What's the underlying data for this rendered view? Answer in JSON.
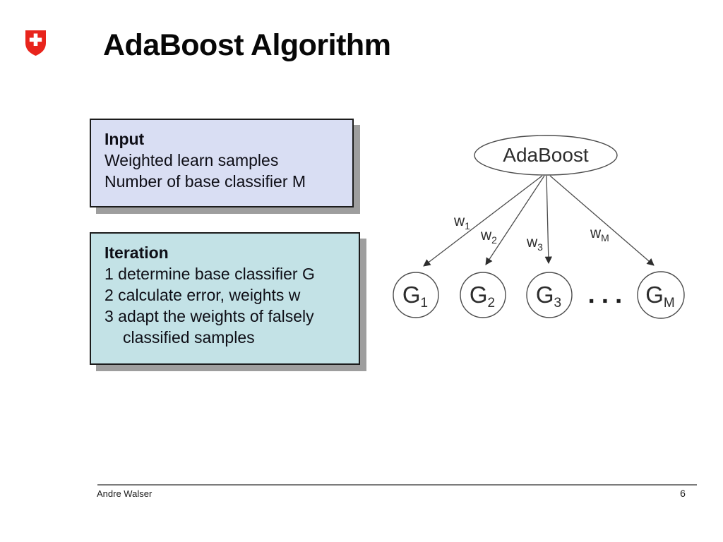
{
  "title": "AdaBoost Algorithm",
  "colors": {
    "logo_red": "#e8241c",
    "input_box_bg": "#d9def3",
    "iteration_box_bg": "#c3e2e6",
    "box_shadow": "#9e9e9e"
  },
  "input_box": {
    "heading": "Input",
    "lines": [
      "Weighted learn samples",
      "Number of base classifier M"
    ]
  },
  "iteration_box": {
    "heading": "Iteration",
    "lines": [
      "1 determine base classifier G",
      "2 calculate error, weights w",
      "3 adapt the weights of falsely",
      "classified samples"
    ]
  },
  "diagram": {
    "root_label": "AdaBoost",
    "edge_labels": [
      {
        "base": "w",
        "sub": "1"
      },
      {
        "base": "w",
        "sub": "2"
      },
      {
        "base": "w",
        "sub": "3"
      },
      {
        "base": "w",
        "sub": "M"
      }
    ],
    "node_labels": [
      {
        "base": "G",
        "sub": "1"
      },
      {
        "base": "G",
        "sub": "2"
      },
      {
        "base": "G",
        "sub": "3"
      },
      {
        "base": "G",
        "sub": "M"
      }
    ],
    "ellipsis": "▪ ▪ ▪"
  },
  "footer": {
    "author": "Andre Walser",
    "page_number": "6"
  }
}
